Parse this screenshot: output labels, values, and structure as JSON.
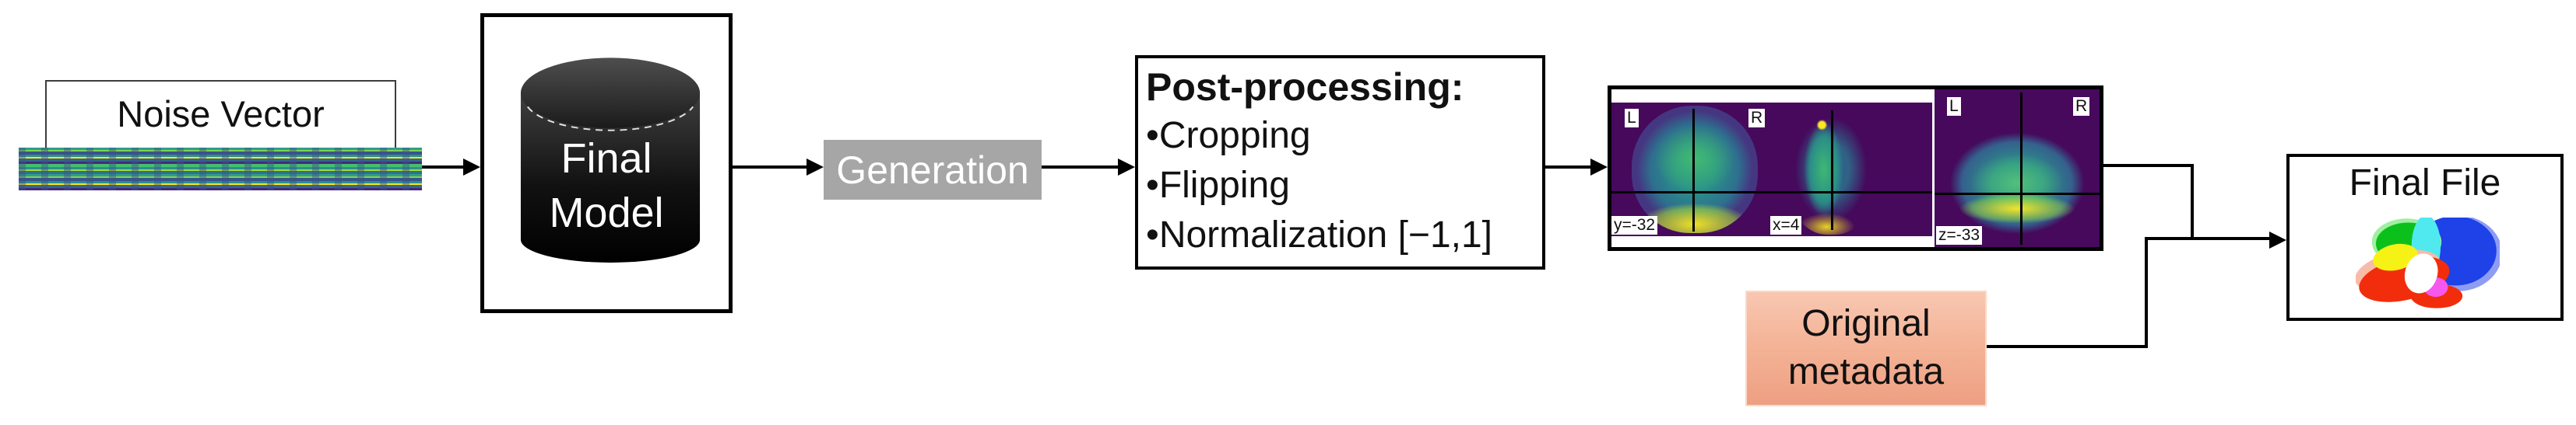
{
  "noise": {
    "label": "Noise Vector"
  },
  "model": {
    "line1": "Final",
    "line2": "Model"
  },
  "generation": {
    "label": "Generation"
  },
  "postprocessing": {
    "title": "Post-processing:",
    "bullet": "•",
    "items": [
      "Cropping",
      "Flipping",
      "Normalization [−1,1]"
    ]
  },
  "mri": {
    "coronal": {
      "left": "L",
      "right": "R",
      "coord": "y=-32"
    },
    "sagittal": {
      "coord": "x=4"
    },
    "axial": {
      "left": "L",
      "right": "R",
      "coord": "z=-33"
    }
  },
  "metadata": {
    "line1": "Original",
    "line2": "metadata"
  },
  "final_file": {
    "title": "Final File"
  },
  "colors": {
    "arrow": "#000000",
    "generation_bg": "#a6a6a6",
    "metadata_top": "#f8c7b1",
    "metadata_bottom": "#ee9f82",
    "slice_background": "#46095c",
    "slice_tissue_teal": "#2a9288",
    "slice_tissue_green": "#44bf70",
    "slice_highlight_yellow": "#fde725",
    "cylinder_dark": "#000000",
    "brain_icon_green": "#0cc01c",
    "brain_icon_blue": "#1e41e8",
    "brain_icon_cyan": "#4fe9ef",
    "brain_icon_yellow": "#f7f215",
    "brain_icon_red": "#f22d0b",
    "brain_icon_magenta": "#f658ee"
  }
}
